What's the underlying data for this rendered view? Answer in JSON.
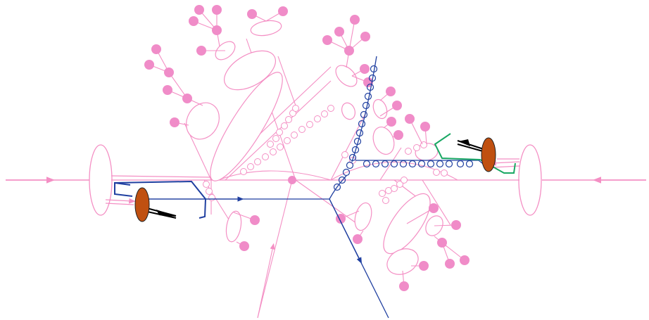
{
  "colors": {
    "soft": "#f48fc4",
    "hadron": "#f08cc8",
    "hard": "#1f3fa0",
    "gluon_loop": "#1f3fa0",
    "green_line": "#1aa864",
    "black_line": "#000000",
    "remnant_fill": "#c05010"
  },
  "elements": {
    "incoming_beams": 2,
    "beam_remnant_blobs": 2,
    "hard_outgoing_lines": 2,
    "outgoing_hadrons": "many"
  }
}
